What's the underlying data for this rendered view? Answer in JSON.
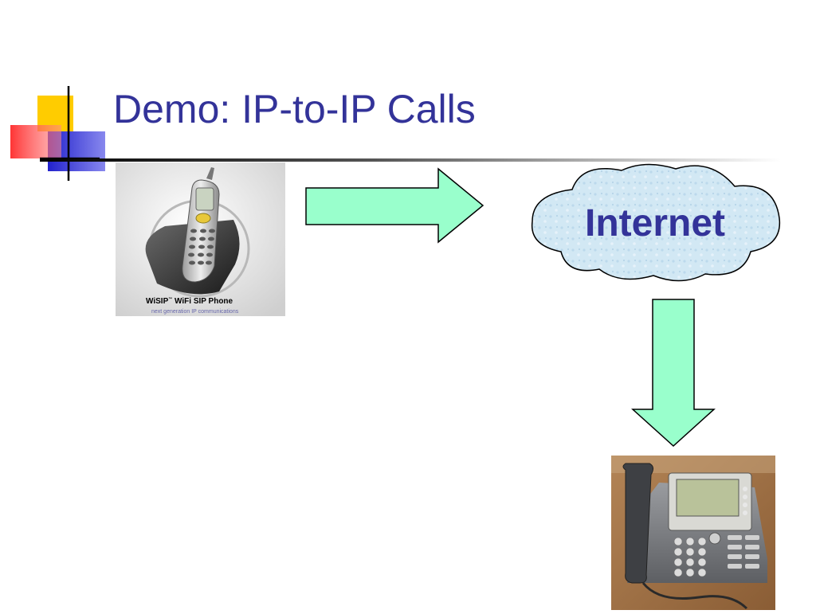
{
  "slide": {
    "title": "Demo: IP-to-IP Calls"
  },
  "cloud": {
    "label": "Internet",
    "label_color": "#333399",
    "fill": "#d2e8f4"
  },
  "wifi_phone": {
    "brand": "WiSIP",
    "trademark": "™",
    "product": "WiFi SIP Phone",
    "tagline": "next generation IP communications"
  },
  "arrows": {
    "fill": "#99ffcc",
    "stroke": "#000000"
  },
  "colors": {
    "title": "#333399",
    "accent_yellow": "#ffcc00",
    "accent_red": "#ff3333",
    "accent_blue": "#3333cc"
  }
}
